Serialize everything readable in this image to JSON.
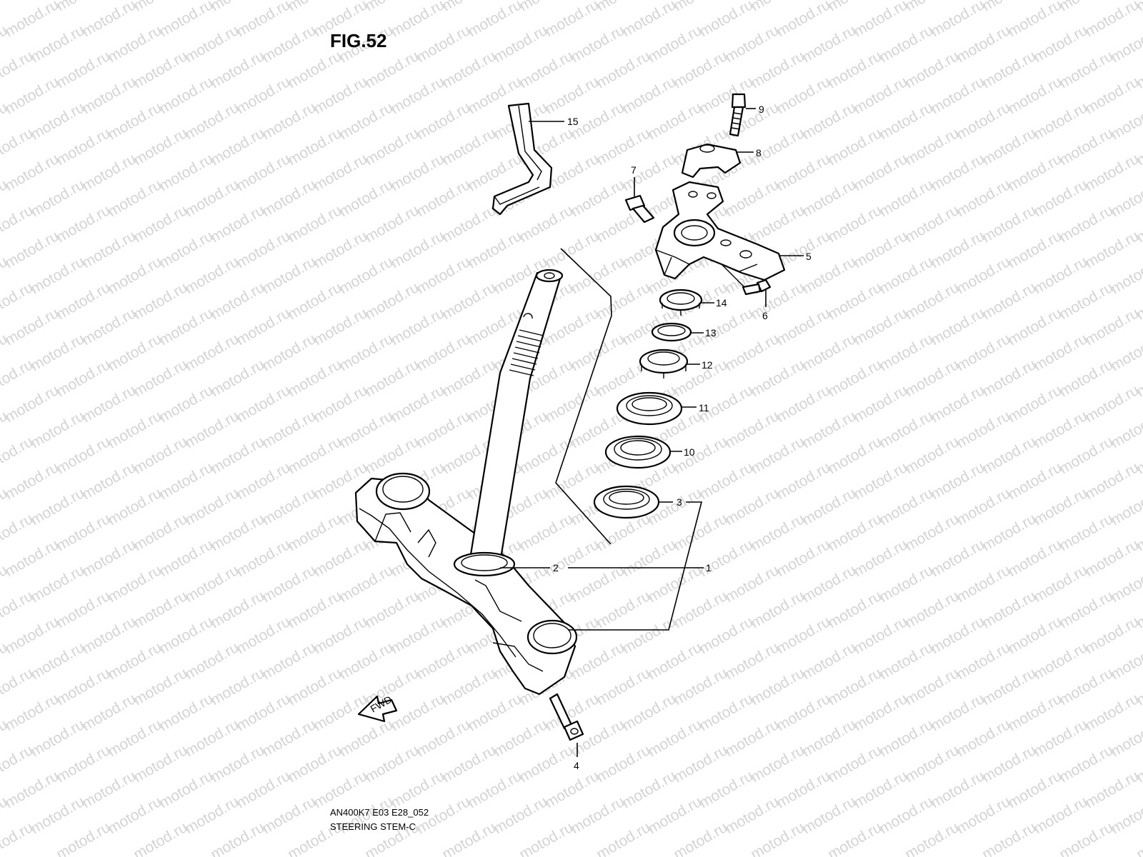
{
  "figure": {
    "title": "FIG.52",
    "code": "AN400K7 E03 E28_052",
    "name": "STEERING STEM-C"
  },
  "watermark": {
    "text": "motod.ru",
    "color": "#d4d4d4"
  },
  "fwd_label": "FWD",
  "callouts": [
    {
      "id": "callout-1",
      "label": "1"
    },
    {
      "id": "callout-2",
      "label": "2"
    },
    {
      "id": "callout-3",
      "label": "3"
    },
    {
      "id": "callout-4",
      "label": "4"
    },
    {
      "id": "callout-5",
      "label": "5"
    },
    {
      "id": "callout-6",
      "label": "6"
    },
    {
      "id": "callout-7",
      "label": "7"
    },
    {
      "id": "callout-8",
      "label": "8"
    },
    {
      "id": "callout-9",
      "label": "9"
    },
    {
      "id": "callout-10",
      "label": "10"
    },
    {
      "id": "callout-11",
      "label": "11"
    },
    {
      "id": "callout-12",
      "label": "12"
    },
    {
      "id": "callout-13",
      "label": "13"
    },
    {
      "id": "callout-14",
      "label": "14"
    },
    {
      "id": "callout-15",
      "label": "15"
    }
  ]
}
